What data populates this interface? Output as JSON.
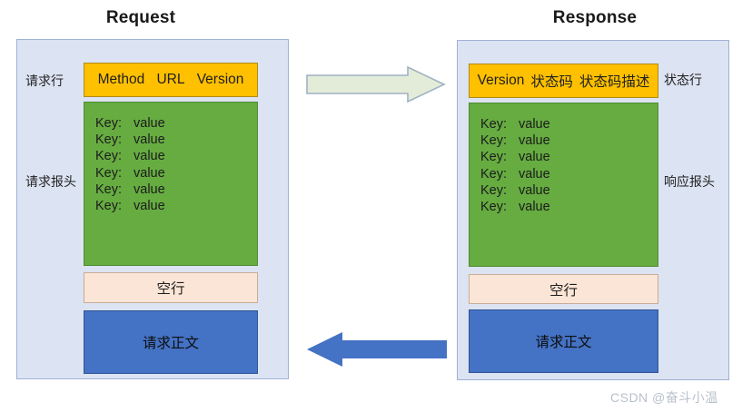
{
  "diagram": {
    "watermark": "CSDN @奋斗小温",
    "colors": {
      "panel_bg": "#dce3f2",
      "panel_border": "#9fb2d4",
      "start_line": "#ffc000",
      "headers": "#66ac41",
      "blank_line": "#fbe5d6",
      "body": "#4472c4",
      "arrow_right": "#e2ecd8",
      "arrow_left": "#4472c4"
    },
    "request": {
      "title": "Request",
      "labels": {
        "request_line": "请求行",
        "request_headers": "请求报头"
      },
      "start_line": {
        "parts": [
          "Method",
          "URL",
          "Version"
        ]
      },
      "headers": {
        "rows": [
          {
            "key": "Key:",
            "value": "value"
          },
          {
            "key": "Key:",
            "value": "value"
          },
          {
            "key": "Key:",
            "value": "value"
          },
          {
            "key": "Key:",
            "value": "value"
          },
          {
            "key": "Key:",
            "value": "value"
          },
          {
            "key": "Key:",
            "value": "value"
          }
        ]
      },
      "blank_line": "空行",
      "body": "请求正文"
    },
    "response": {
      "title": "Response",
      "labels": {
        "status_line": "状态行",
        "response_headers": "响应报头"
      },
      "status_line": {
        "parts": [
          "Version",
          "状态码",
          "状态码描述"
        ]
      },
      "headers": {
        "rows": [
          {
            "key": "Key:",
            "value": "value"
          },
          {
            "key": "Key:",
            "value": "value"
          },
          {
            "key": "Key:",
            "value": "value"
          },
          {
            "key": "Key:",
            "value": "value"
          },
          {
            "key": "Key:",
            "value": "value"
          },
          {
            "key": "Key:",
            "value": "value"
          }
        ]
      },
      "blank_line": "空行",
      "body": "请求正文"
    },
    "arrows": {
      "request_to_response": "arrow-right-icon",
      "response_to_request": "arrow-left-icon"
    }
  }
}
